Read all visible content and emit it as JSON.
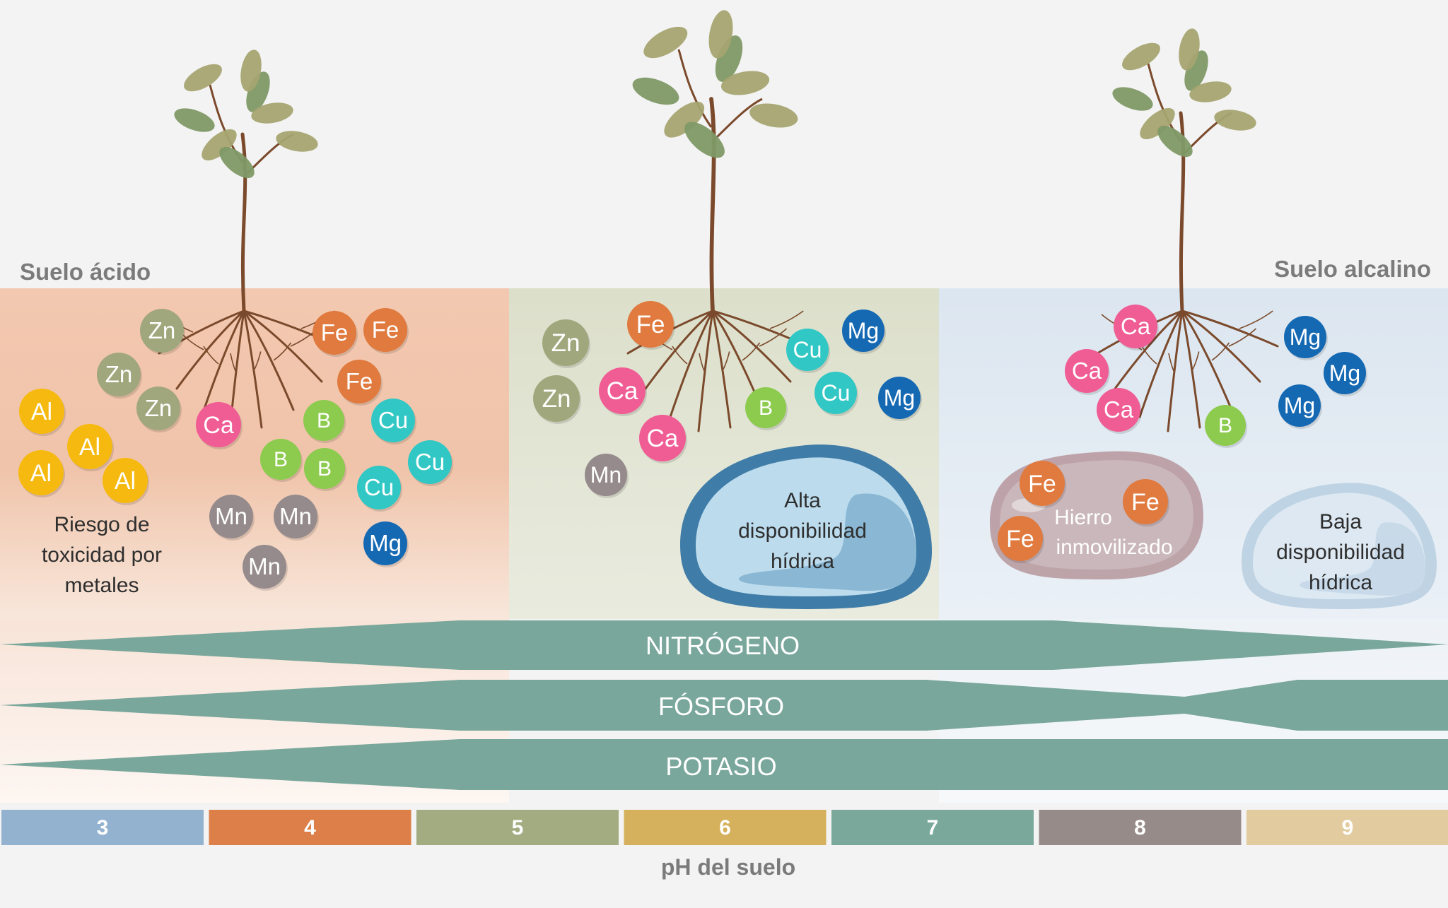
{
  "labels": {
    "acid_soil": "Suelo ácido",
    "alkaline_soil": "Suelo alcalino",
    "ph_axis": "pH del suelo",
    "metal_risk": [
      "Riesgo de",
      "toxicidad por",
      "metales"
    ],
    "high_water": [
      "Alta",
      "disponibilidad",
      "hídrica"
    ],
    "low_water": [
      "Baja",
      "disponibilidad",
      "hídrica"
    ],
    "iron_immobilized": [
      "Hierro",
      "inmovilizado"
    ]
  },
  "nutrients": {
    "nitrogen": "NITRÓGENO",
    "phosphorus": "FÓSFORO",
    "potassium": "POTASIO"
  },
  "ph_scale": [
    {
      "value": "3",
      "color": "#93b2d0"
    },
    {
      "value": "4",
      "color": "#dc7f49"
    },
    {
      "value": "5",
      "color": "#a3ac80"
    },
    {
      "value": "6",
      "color": "#d6b15d"
    },
    {
      "value": "7",
      "color": "#7aa99b"
    },
    {
      "value": "8",
      "color": "#978b89"
    },
    {
      "value": "9",
      "color": "#e2cc9f"
    }
  ],
  "element_colors": {
    "Zn": "#a1a77d",
    "Fe": "#e07a3e",
    "Al": "#f6b90f",
    "Ca": "#f05c94",
    "B": "#8ccb4e",
    "Cu": "#30c7c4",
    "Mn": "#958b8c",
    "Mg": "#1569b3"
  },
  "elements_acid": [
    "Zn",
    "Zn",
    "Zn",
    "Fe",
    "Fe",
    "Fe",
    "Al",
    "Al",
    "Al",
    "Al",
    "Ca",
    "B",
    "B",
    "B",
    "Cu",
    "Cu",
    "Cu",
    "Mn",
    "Mn",
    "Mn",
    "Mg"
  ],
  "elements_neutral": [
    "Zn",
    "Zn",
    "Fe",
    "Ca",
    "Ca",
    "Mn",
    "Cu",
    "Cu",
    "Mg",
    "Mg",
    "B"
  ],
  "elements_alkaline": [
    "Ca",
    "Ca",
    "Ca",
    "Mg",
    "Mg",
    "Mg",
    "B",
    "Fe",
    "Fe",
    "Fe"
  ]
}
